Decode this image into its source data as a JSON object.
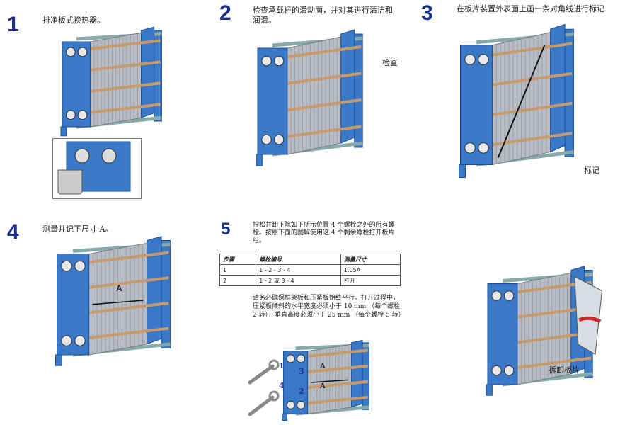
{
  "steps": [
    {
      "number": "1",
      "text": "排净板式换热器。"
    },
    {
      "number": "2",
      "text": "检查承载杆的滑动面，并对其进行清洁和润滑。",
      "callout": "检查"
    },
    {
      "number": "3",
      "text": "在板片装置外表面上画一条对角线进行标记",
      "callout": "标记"
    },
    {
      "number": "4",
      "text": "测量并记下尺寸 A。",
      "dimension_label": "A"
    },
    {
      "number": "5",
      "text": "拧松并卸下除如下所示位置 4 个螺栓之外的所有螺栓。按照下面的图解使用这 4 个剩余螺栓打开板片组。",
      "table": {
        "headers": [
          "步骤",
          "螺栓编号",
          "测量尺寸"
        ],
        "rows": [
          [
            "1",
            "1 - 2 - 3 - 4",
            "1.05A"
          ],
          [
            "2",
            "1 - 2 或 3 - 4",
            "打开"
          ]
        ]
      },
      "note": "请务必确保框架板和压紧板始终平行。打开过程中，压紧板倾斜的水平宽度必须小于 10 mm （每个螺栓 2 转），垂直高度必须小于 25 mm （每个螺栓 5 转）",
      "bolt_labels": [
        "1",
        "3",
        "4",
        "2"
      ],
      "dimension_label": "A"
    },
    {
      "callout": "拆卸板片"
    }
  ],
  "colors": {
    "frame": "#3a78c8",
    "frame_dark": "#1f4f96",
    "plates": "#b8bcc4",
    "bolt": "#c79a6e",
    "step_number": "#1b2f8f",
    "arrow": "#c8282a"
  }
}
